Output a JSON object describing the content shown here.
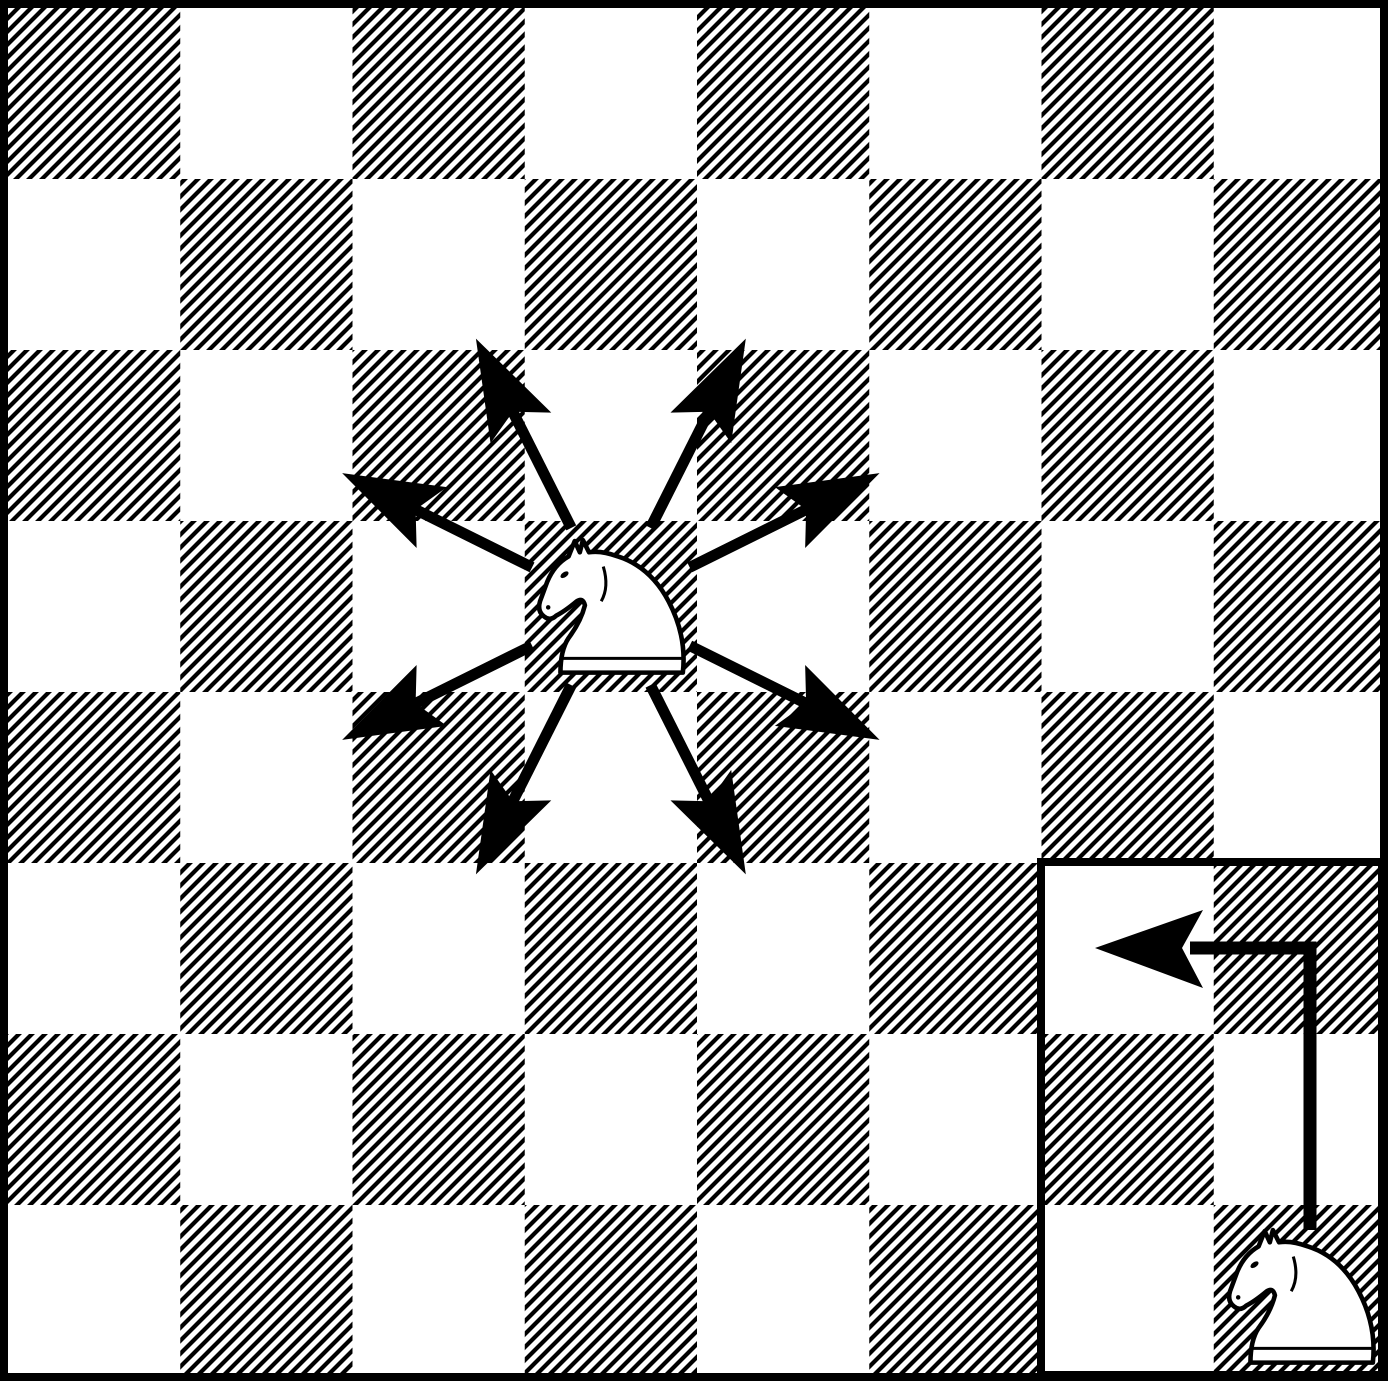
{
  "diagram": {
    "board": {
      "files": 8,
      "ranks": 8,
      "dark_square_style": "diagonal-hatch",
      "light_square_style": "plain-white"
    },
    "colors": {
      "ink": "#000000",
      "paper": "#ffffff"
    },
    "main_knight": {
      "piece": "knight",
      "color": "white",
      "square": "d5",
      "icon": "knight-icon"
    },
    "main_knight_moves": [
      "c7",
      "e7",
      "f6",
      "f4",
      "e3",
      "c3",
      "b4",
      "b6"
    ],
    "corner_inset": {
      "area": "g1-h3",
      "knight_square": "h1",
      "path_squares": [
        "h1",
        "h2",
        "h3",
        "g3"
      ],
      "icon": "knight-icon"
    }
  }
}
